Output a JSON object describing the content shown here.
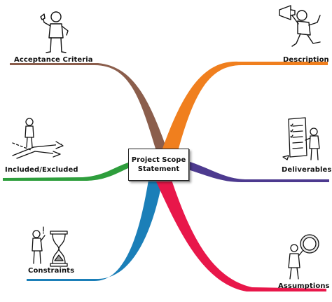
{
  "center": {
    "title": "Project Scope\nStatement"
  },
  "branches": [
    {
      "id": "acceptance",
      "label": "Acceptance Criteria",
      "color": "#8b5e4c",
      "icon": "thumbs-up-person-icon"
    },
    {
      "id": "description",
      "label": "Description",
      "color": "#f07f1e",
      "icon": "megaphone-person-icon"
    },
    {
      "id": "included",
      "label": "Included/Excluded",
      "color": "#2e9e3c",
      "icon": "crossroads-person-icon"
    },
    {
      "id": "deliverables",
      "label": "Deliverables",
      "color": "#4d3a8f",
      "icon": "checklist-person-icon"
    },
    {
      "id": "constraints",
      "label": "Constraints",
      "color": "#1b7fb8",
      "icon": "hourglass-person-icon"
    },
    {
      "id": "assumptions",
      "label": "Assumptions",
      "color": "#e8174a",
      "icon": "magnifier-person-icon"
    }
  ]
}
